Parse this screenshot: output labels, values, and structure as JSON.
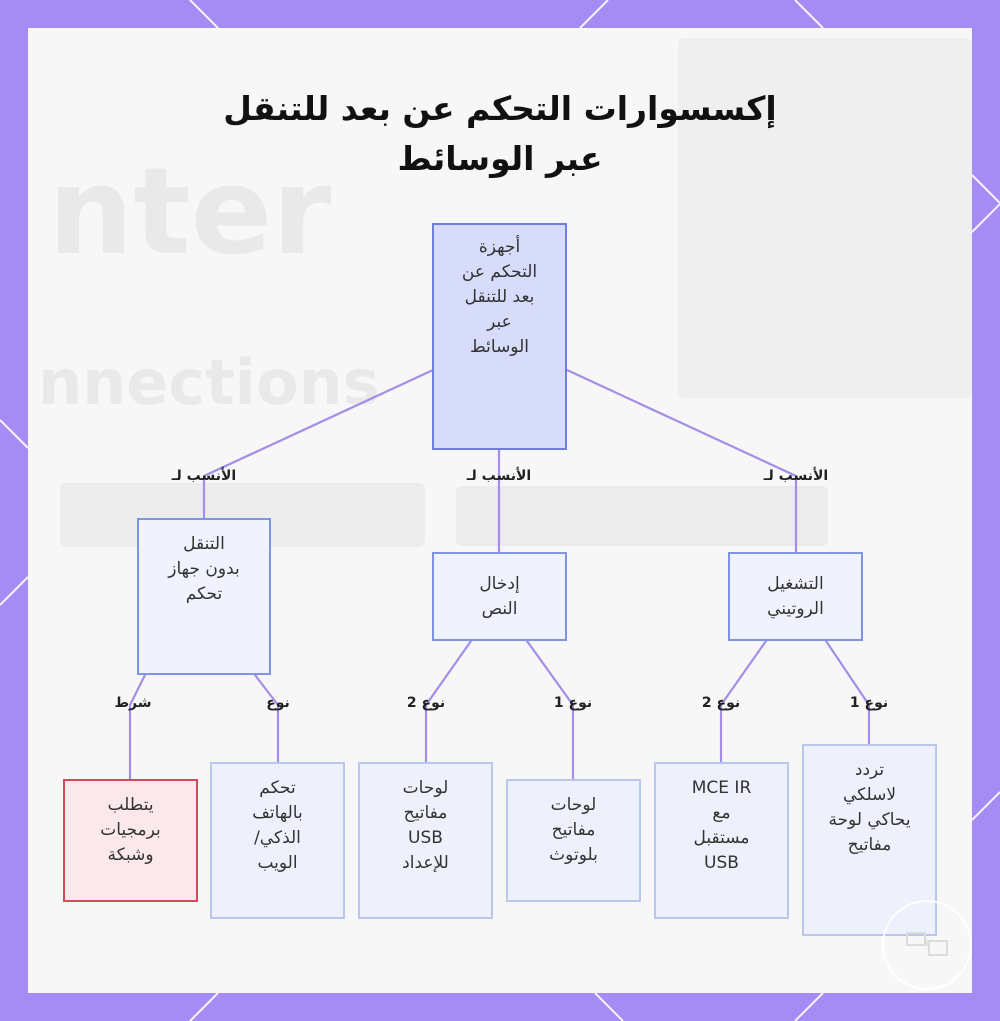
{
  "title": {
    "line1": "إكسسوارات التحكم عن بعد للتنقل",
    "line2": "عبر الوسائط"
  },
  "colors": {
    "frame": "#a48cf4",
    "panel": "#f7f7f7",
    "edge": "#a48ee8",
    "node_border": "#7f95e3",
    "root_fill": "#d8dcfb",
    "warning_border": "#d44a5a",
    "warning_fill": "#fbe8ea"
  },
  "nodes": {
    "root": "أجهزة\nالتحكم عن\nبعد للتنقل\nعبر\nالوسائط",
    "left": "التنقل\nبدون جهاز\nتحكم",
    "middle": "إدخال\nالنص",
    "right": "التشغيل\nالروتيني",
    "leaf1": "يتطلب\nبرمجيات\nوشبكة",
    "leaf2": "تحكم\nبالهاتف\nالذكي/\nالويب",
    "leaf3": "لوحات\nمفاتيح\nUSB\nللإعداد",
    "leaf4": "لوحات\nمفاتيح\nبلوتوث",
    "leaf5": "MCE IR\nمع\nمستقبل\nUSB",
    "leaf6": "تردد\nلاسلكي\nيحاكي لوحة\nمفاتيح"
  },
  "edge_labels": {
    "root_left": "الأنسب لـ",
    "root_middle": "الأنسب لـ",
    "root_right": "الأنسب لـ",
    "left_leaf1": "شرط",
    "left_leaf2": "نوع",
    "middle_leaf3": "نوع 2",
    "middle_leaf4": "نوع 1",
    "right_leaf5": "نوع 2",
    "right_leaf6": "نوع 1"
  },
  "background_text": {
    "center": "nter",
    "connections": "nnections"
  }
}
